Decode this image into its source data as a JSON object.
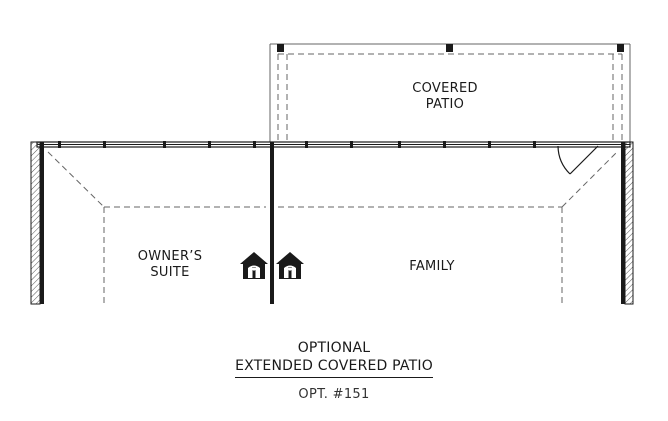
{
  "rooms": {
    "covered_patio": "COVERED\nPATIO",
    "owners_suite": "OWNER’S\nSUITE",
    "family": "FAMILY"
  },
  "caption": {
    "line1": "OPTIONAL",
    "line2": "EXTENDED COVERED PATIO",
    "option_code": "OPT. #151"
  },
  "icons": {
    "house_icon_1": "house-icon",
    "house_icon_2": "house-icon"
  },
  "colors": {
    "wall": "#1a1a1a",
    "line": "#555555",
    "background": "#ffffff"
  }
}
